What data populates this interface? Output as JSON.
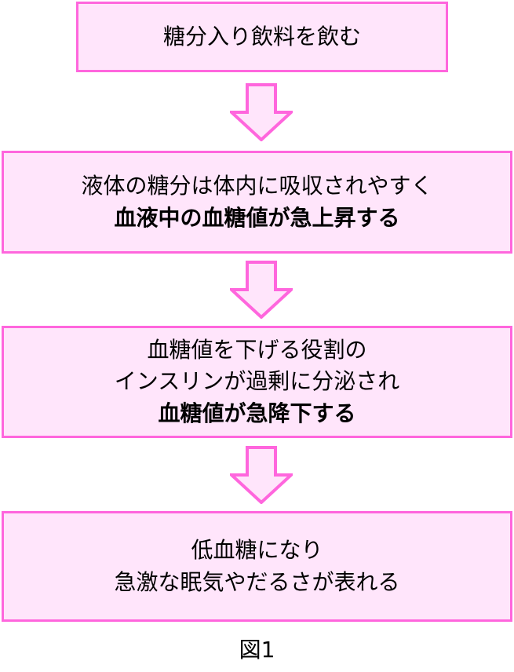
{
  "steps": [
    {
      "lines": [
        "糖分入り飲料を飲む"
      ]
    },
    {
      "lines": [
        "液体の糖分は体内に吸収されやすく"
      ],
      "bold": "血液中の血糖値が急上昇する"
    },
    {
      "lines": [
        "血糖値を下げる役割の",
        "インスリンが過剰に分泌され"
      ],
      "bold": "血糖値が急降下する"
    },
    {
      "lines": [
        "低血糖になり",
        "急激な眠気やだるさが表れる"
      ]
    }
  ],
  "caption": "図1",
  "colors": {
    "border": "#ff66dd",
    "fill": "#ffe5fb"
  }
}
